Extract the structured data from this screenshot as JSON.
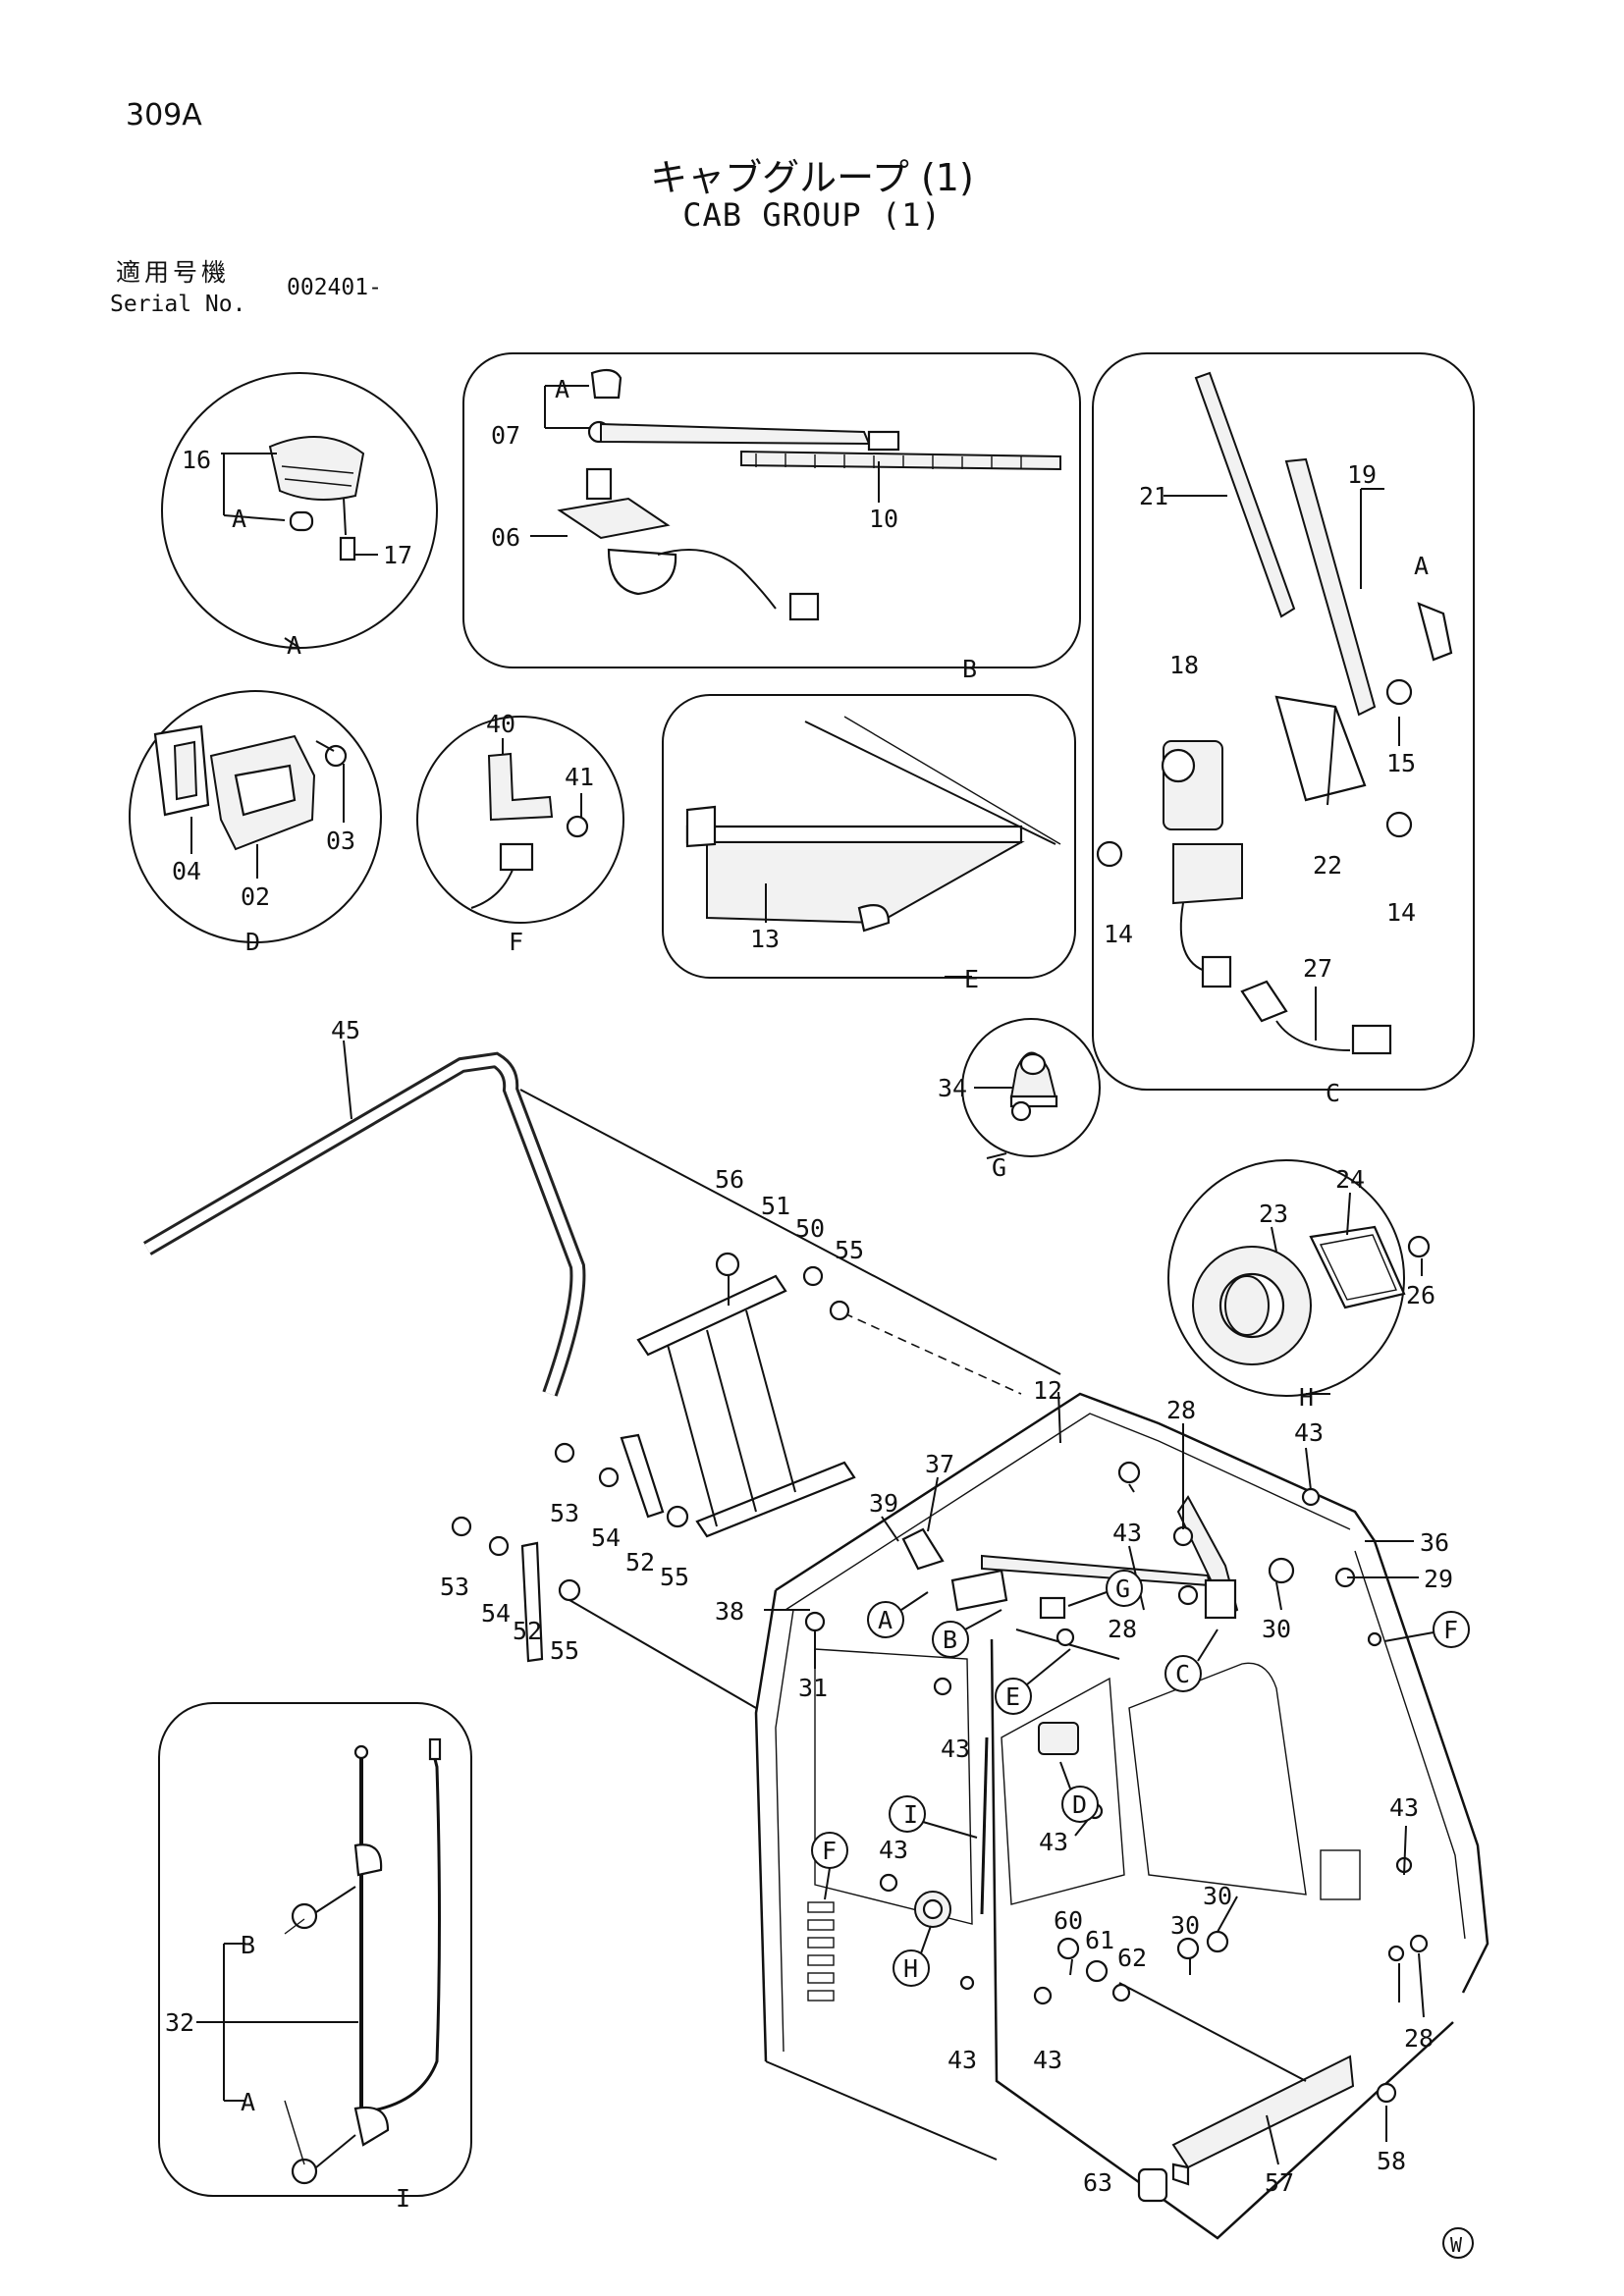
{
  "header": {
    "page_number": "309A",
    "title_jp": "キャブグループ (1)",
    "title_en": "CAB GROUP (1)",
    "serial_label_jp": "適用号機",
    "serial_label_en": "Serial No.",
    "serial_value": "002401-"
  },
  "panels": [
    {
      "id": "A",
      "label": "A"
    },
    {
      "id": "B",
      "label": "B"
    },
    {
      "id": "C",
      "label": "C"
    },
    {
      "id": "D",
      "label": "D"
    },
    {
      "id": "E",
      "label": "E"
    },
    {
      "id": "F",
      "label": "F"
    },
    {
      "id": "G",
      "label": "G"
    },
    {
      "id": "H",
      "label": "H"
    },
    {
      "id": "I",
      "label": "I"
    }
  ],
  "sub_labels": [
    "A",
    "A",
    "A",
    "B",
    "A"
  ],
  "callouts": [
    "A",
    "B",
    "C",
    "D",
    "E",
    "F",
    "F",
    "G",
    "H",
    "I"
  ],
  "part_labels": [
    "16",
    "17",
    "07",
    "06",
    "10",
    "21",
    "19",
    "18",
    "15",
    "14",
    "22",
    "14",
    "27",
    "04",
    "03",
    "02",
    "40",
    "41",
    "13",
    "34",
    "23",
    "24",
    "26",
    "45",
    "56",
    "51",
    "50",
    "55",
    "12",
    "28",
    "43",
    "37",
    "39",
    "36",
    "43",
    "29",
    "53",
    "54",
    "52",
    "55",
    "53",
    "54",
    "52",
    "55",
    "38",
    "28",
    "30",
    "31",
    "43",
    "43",
    "43",
    "60",
    "61",
    "62",
    "30",
    "30",
    "43",
    "28",
    "43",
    "43",
    "58",
    "57",
    "63",
    "32"
  ],
  "watermark": "W"
}
